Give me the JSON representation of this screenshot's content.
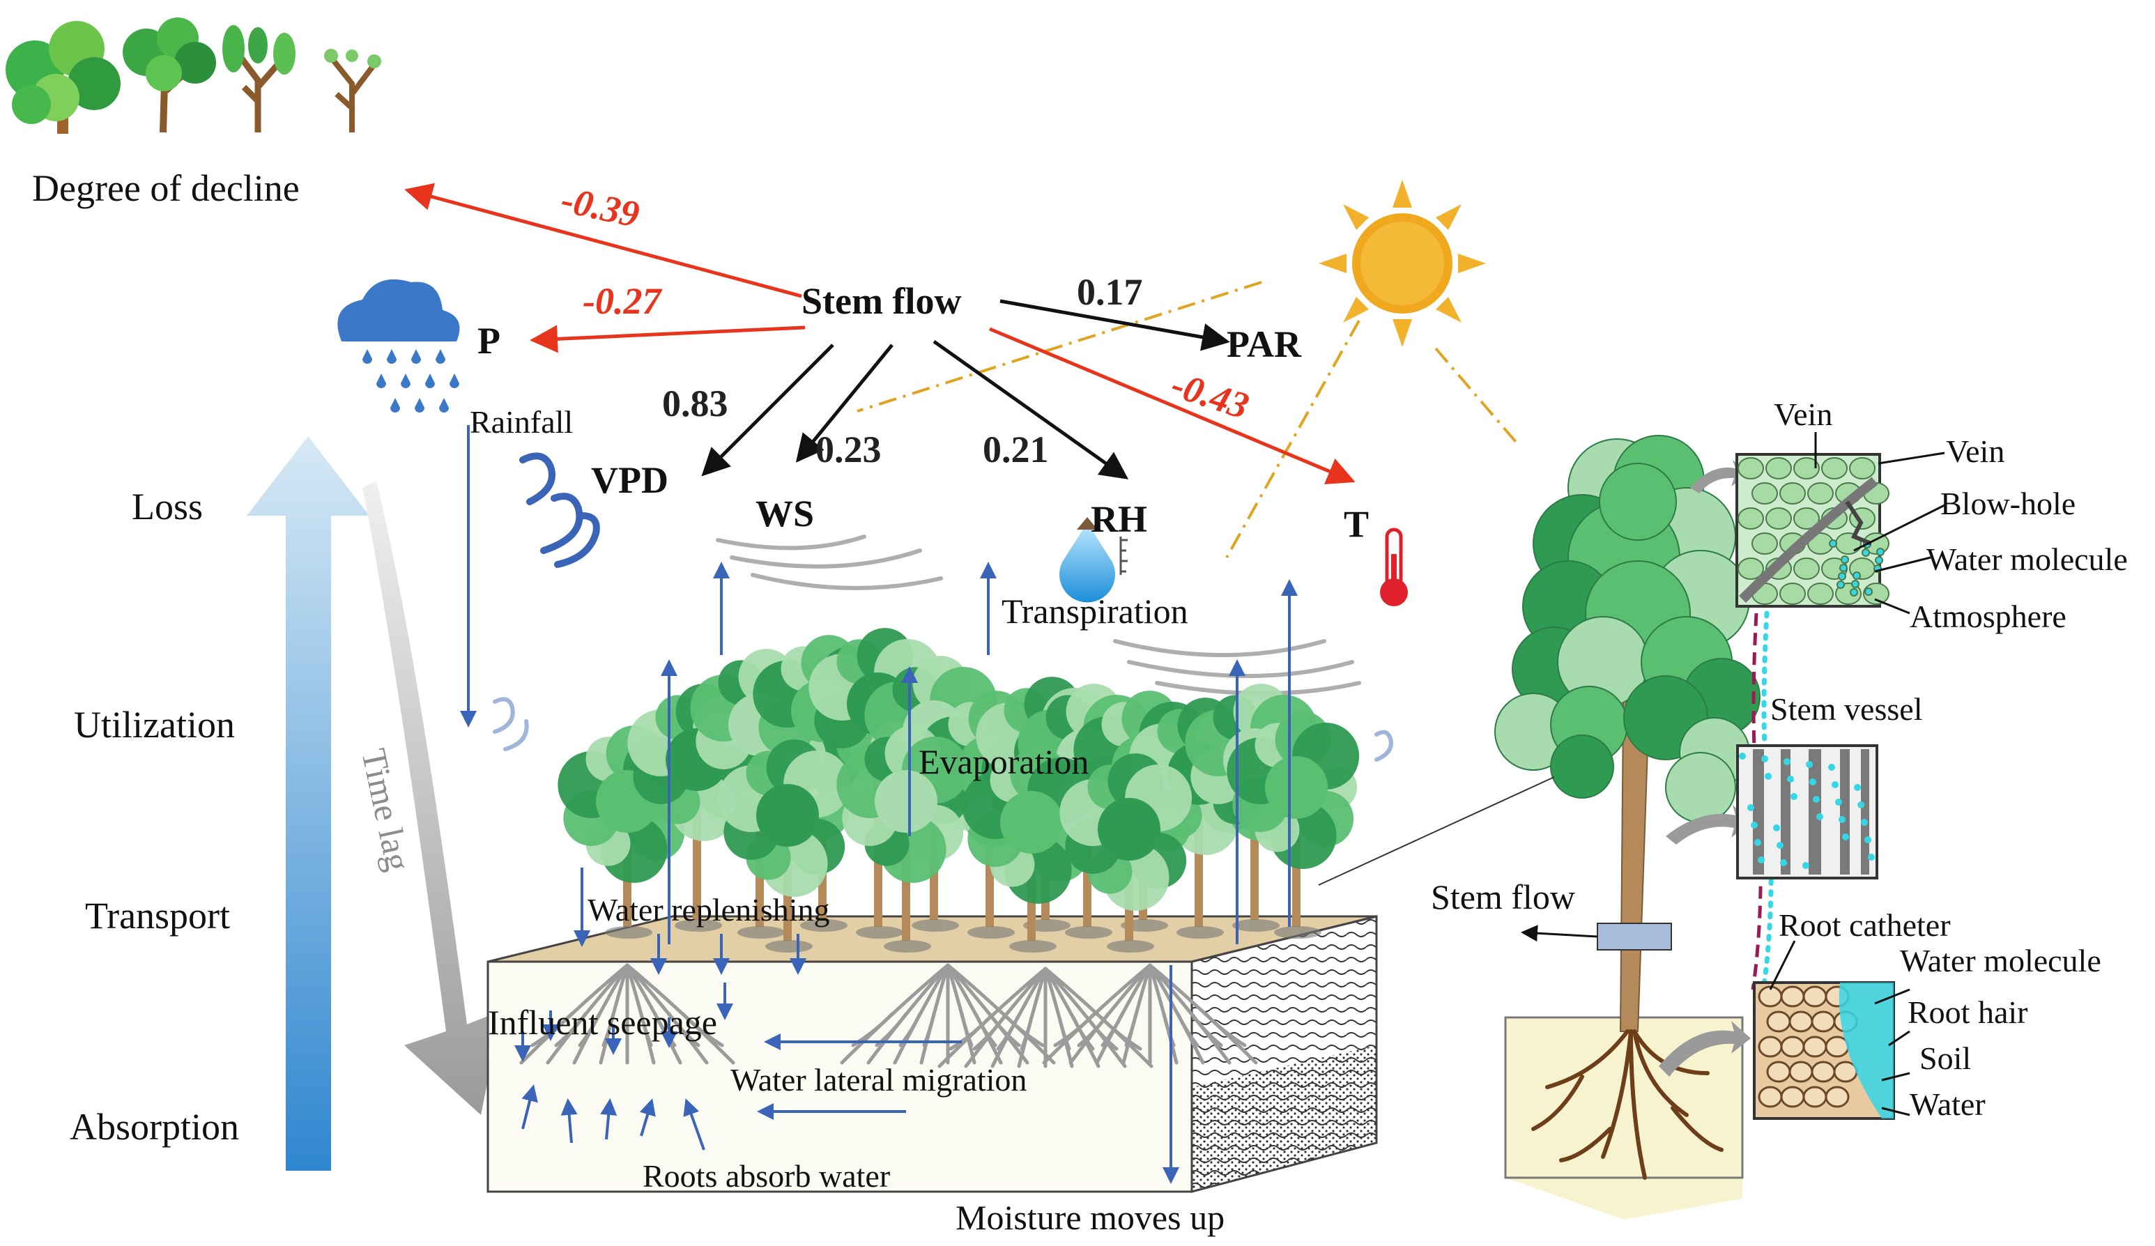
{
  "labels": {
    "degree_of_decline": "Degree of decline",
    "stem_flow": "Stem flow",
    "p": "P",
    "par": "PAR",
    "vpd": "VPD",
    "ws": "WS",
    "rh": "RH",
    "t": "T",
    "rainfall": "Rainfall",
    "transpiration": "Transpiration",
    "evaporation": "Evaporation",
    "time_lag": "Time lag",
    "water_replenishing": "Water replenishing",
    "influent_seepage": "Influent seepage",
    "water_lateral_migration": "Water lateral migration",
    "roots_absorb_water": "Roots absorb water",
    "moisture_moves_up": "Moisture moves up",
    "stem_flow_sensor": "Stem flow"
  },
  "stages": {
    "loss": "Loss",
    "utilization": "Utilization",
    "transport": "Transport",
    "absorption": "Absorption"
  },
  "coefficients": {
    "decline": "-0.39",
    "p": "-0.27",
    "par": "0.17",
    "t": "-0.43",
    "vpd": "0.83",
    "ws": "0.23",
    "rh": "0.21"
  },
  "tree_detail": {
    "vein_top": "Vein",
    "vein": "Vein",
    "blow_hole": "Blow-hole",
    "water_molecule_top": "Water molecule",
    "atmosphere": "Atmosphere",
    "stem_vessel": "Stem vessel",
    "root_catheter": "Root catheter",
    "water_molecule_bottom": "Water molecule",
    "root_hair": "Root hair",
    "soil": "Soil",
    "water": "Water"
  },
  "colors": {
    "negative": "#e8341c",
    "positive": "#111111",
    "tree_light": "#a8dcae",
    "tree_mid": "#5bbf72",
    "tree_dark": "#2e9a52",
    "trunk": "#b58a5a",
    "soil_top": "#e3cfa6",
    "water_arrow": "#3a64b8",
    "sun": "#f2b12a",
    "raincloud": "#3c78c8",
    "cyan_water": "#35d6e6"
  }
}
